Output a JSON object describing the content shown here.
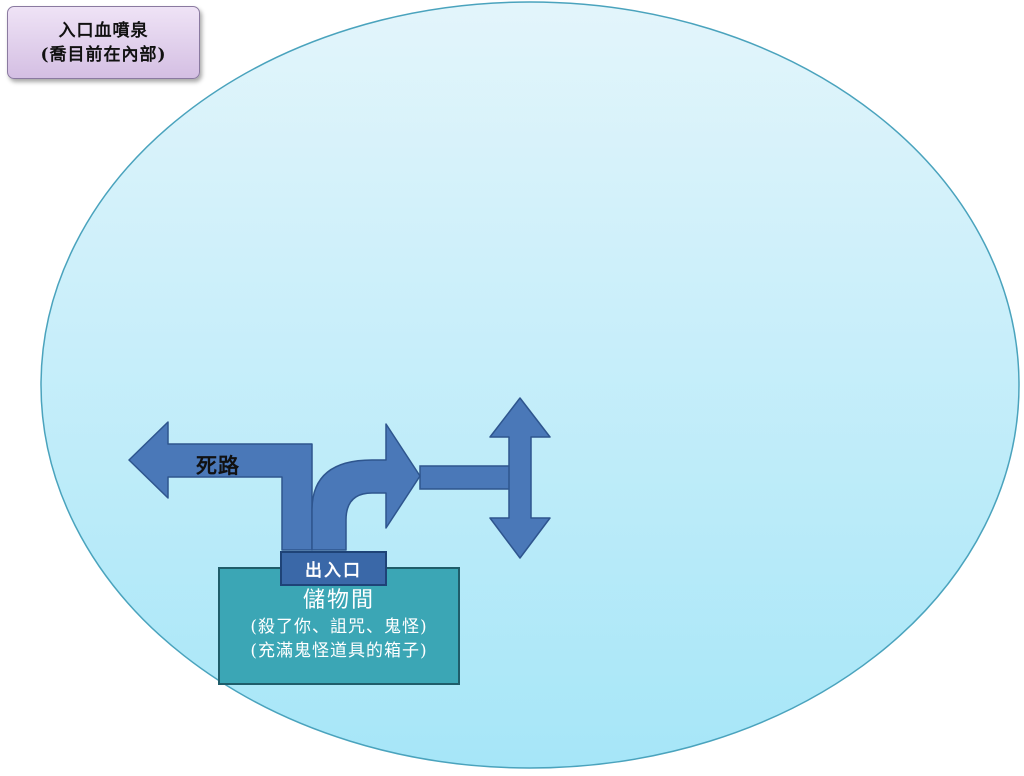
{
  "note": {
    "line1": "入口血噴泉",
    "line2": "(喬目前在內部)"
  },
  "paths": {
    "dead_end": "死路"
  },
  "entrance": "出入口",
  "storage_room": {
    "title": "儲物間",
    "line1": "(殺了你、詛咒、鬼怪)",
    "line2": "(充滿鬼怪道具的箱子)"
  },
  "colors": {
    "area_fill_top": "#e3f5fb",
    "area_fill_bottom": "#a6e6f8",
    "area_stroke": "#4aa3bd",
    "arrow_fill": "#4a78b8",
    "arrow_stroke": "#2e558e",
    "room_fill": "#3ba6b5",
    "entrance_fill": "#3a68a8",
    "note_fill": "#e2d2ee"
  }
}
